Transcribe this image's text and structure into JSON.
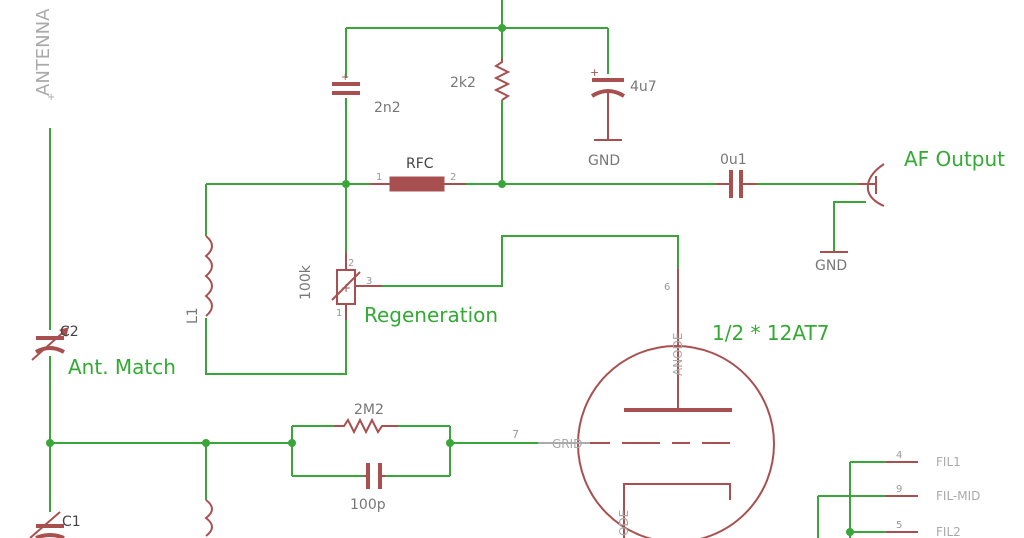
{
  "labels": {
    "antenna": "ANTENNA",
    "c2_name": "C2",
    "c2_value": "Ant. Match",
    "c1_name": "C1",
    "cap_2n2": "2n2",
    "res_2k2": "2k2",
    "cap_4u7": "4u7",
    "gnd_top": "GND",
    "rfc": "RFC",
    "rfc_pin1": "1",
    "rfc_pin2": "2",
    "cap_0u1": "0u1",
    "af_output": "AF Output",
    "gnd_right": "GND",
    "l1": "L1",
    "pot_value": "100k",
    "pot_pin1": "1",
    "pot_pin2": "2",
    "pot_pin3": "3",
    "regeneration": "Regeneration",
    "tube_name": "1/2 * 12AT7",
    "tube_pin6": "6",
    "tube_anode": "ANODE",
    "tube_pin7": "7",
    "tube_grid": "GRID",
    "tube_cathode": "ODE",
    "res_2m2": "2M2",
    "cap_100p": "100p",
    "fil1_pin": "4",
    "fil1": "FIL1",
    "filmid_pin": "9",
    "filmid": "FIL-MID",
    "fil2_pin": "5",
    "fil2": "FIL2"
  },
  "colors": {
    "wire": "#3aa63a",
    "part": "#a85050",
    "label_green": "#33aa33",
    "value_grey": "#777777"
  }
}
